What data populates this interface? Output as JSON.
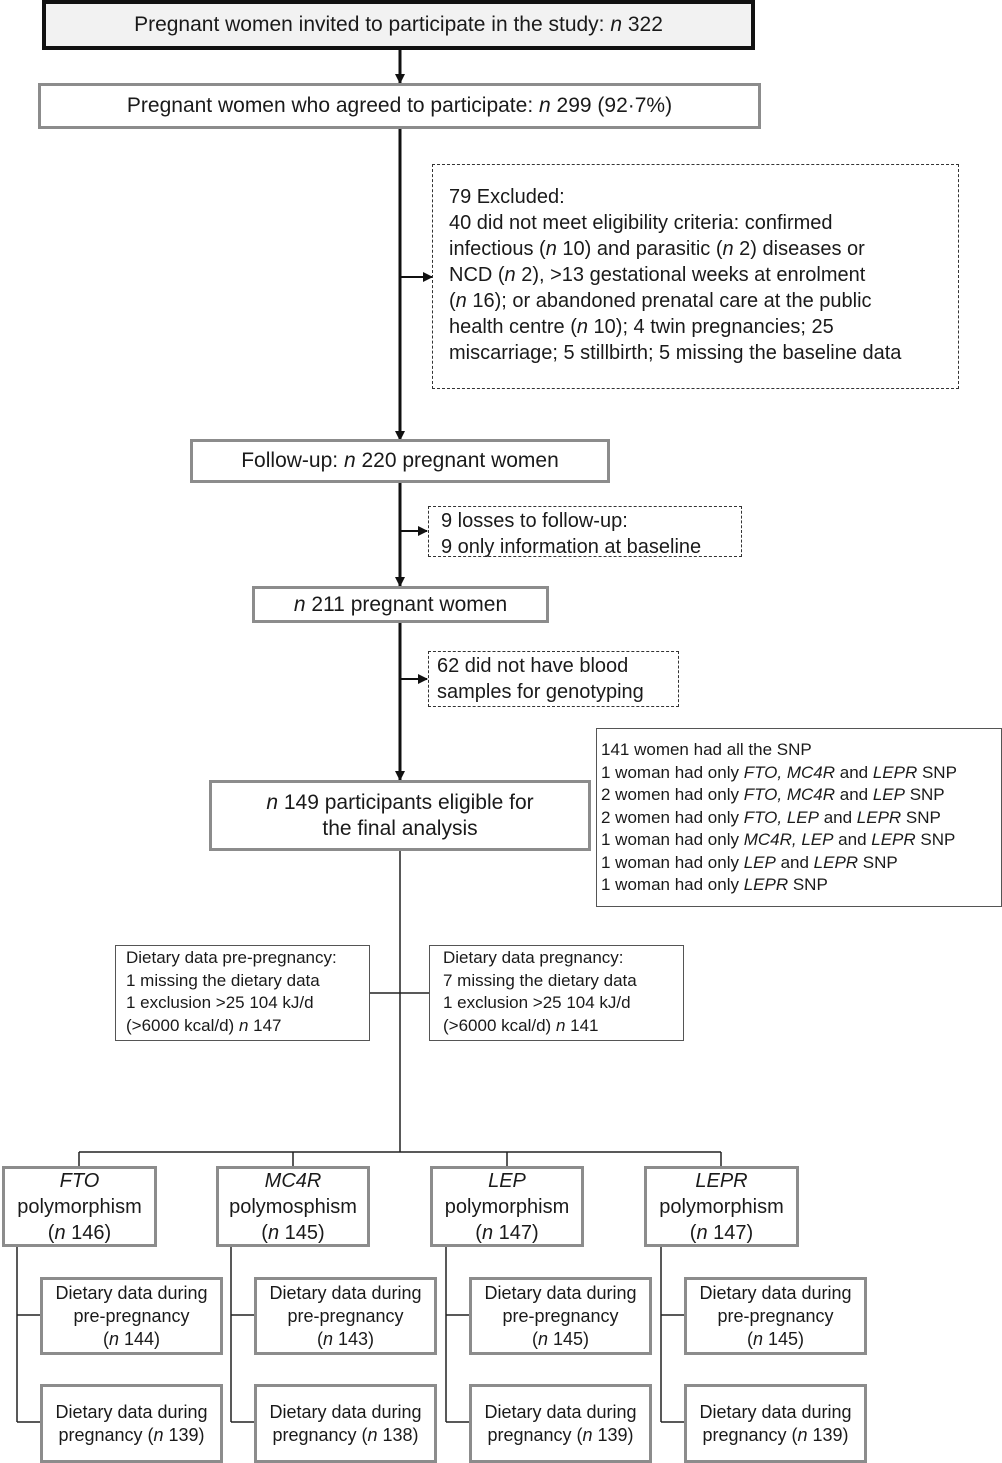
{
  "nodes": {
    "invited": {
      "pre": "Pregnant women invited to participate in the study: ",
      "n": "n",
      "post": " 322"
    },
    "agreed": {
      "pre": "Pregnant women who agreed to participate: ",
      "n": "n",
      "post": " 299 (92·7%)"
    },
    "excluded": {
      "l1": "79 Excluded:",
      "l2": "40 did not meet eligibility criteria: confirmed",
      "l3a": "infectious (",
      "l3b": "n",
      "l3c": " 10) and parasitic (",
      "l3d": "n",
      "l3e": " 2) diseases or",
      "l4a": "NCD (",
      "l4b": "n",
      "l4c": " 2), >13 gestational weeks at enrolment",
      "l5a": "(",
      "l5b": "n",
      "l5c": " 16); or abandoned prenatal care at the public",
      "l6a": "health centre (",
      "l6b": "n",
      "l6c": " 10); 4 twin pregnancies; 25",
      "l7": "miscarriage; 5 stillbirth; 5 missing the baseline data"
    },
    "followup": {
      "pre": "Follow-up: ",
      "n": "n",
      "post": " 220 pregnant women"
    },
    "losses": {
      "l1": "9 losses to follow-up:",
      "l2": "9 only information at baseline"
    },
    "n211": {
      "n": "n",
      "post": " 211 pregnant women"
    },
    "blood": {
      "l1": "62 did not have blood",
      "l2": "samples for genotyping"
    },
    "eligible": {
      "n": "n",
      "l1post": " 149 participants eligible for",
      "l2": "the final analysis"
    },
    "snp": {
      "l1": "141 women had all the SNP",
      "l2a": "1 woman had only ",
      "l2b": "FTO, MC4R",
      "l2c": " and ",
      "l2d": "LEPR",
      "l2e": " SNP",
      "l3a": "2 women had only ",
      "l3b": "FTO, MC4R",
      "l3c": " and ",
      "l3d": "LEP",
      "l3e": " SNP",
      "l4a": "2 women had only ",
      "l4b": "FTO, LEP",
      "l4c": " and ",
      "l4d": "LEPR",
      "l4e": " SNP",
      "l5a": "1 woman had only ",
      "l5b": "MC4R, LEP",
      "l5c": " and ",
      "l5d": "LEPR",
      "l5e": " SNP",
      "l6a": "1 woman had only ",
      "l6b": "LEP",
      "l6c": " and ",
      "l6d": "LEPR",
      "l6e": " SNP",
      "l7a": "1 woman had only ",
      "l7b": "LEPR",
      "l7c": " SNP"
    },
    "diet_pre": {
      "l1": "Dietary data pre-pregnancy:",
      "l2": "1 missing the dietary data",
      "l3": "1 exclusion >25 104 kJ/d",
      "l4a": "(>6000 kcal/d) ",
      "l4b": "n",
      "l4c": " 147"
    },
    "diet_preg": {
      "l1": "Dietary data pregnancy:",
      "l2": "7 missing the dietary data",
      "l3": "1 exclusion >25 104 kJ/d",
      "l4a": "(>6000 kcal/d) ",
      "l4b": "n",
      "l4c": " 141"
    }
  },
  "genes": [
    {
      "name": "FTO",
      "label": "polymorphism",
      "n": "n",
      "count": " 146)",
      "pre_label1": "Dietary data during",
      "pre_label2": "pre-pregnancy",
      "pre_count": " 144)",
      "preg_label1": "Dietary data during",
      "preg_label2": "pregnancy (",
      "preg_count": " 139)"
    },
    {
      "name": "MC4R",
      "label": "polymosphism",
      "n": "n",
      "count": " 145)",
      "pre_label1": "Dietary data during",
      "pre_label2": "pre-pregnancy",
      "pre_count": " 143)",
      "preg_label1": "Dietary data during",
      "preg_label2": "pregnancy (",
      "preg_count": " 138)"
    },
    {
      "name": "LEP",
      "label": "polymorphism",
      "n": "n",
      "count": " 147)",
      "pre_label1": "Dietary data during",
      "pre_label2": "pre-pregnancy",
      "pre_count": " 145)",
      "preg_label1": "Dietary data during",
      "preg_label2": "pregnancy (",
      "preg_count": " 139)"
    },
    {
      "name": "LEPR",
      "label": "polymorphism",
      "n": "n",
      "count": " 147)",
      "pre_label1": "Dietary data during",
      "pre_label2": "pre-pregnancy",
      "pre_count": " 145)",
      "preg_label1": "Dietary data during",
      "preg_label2": "pregnancy (",
      "preg_count": " 139)"
    }
  ]
}
